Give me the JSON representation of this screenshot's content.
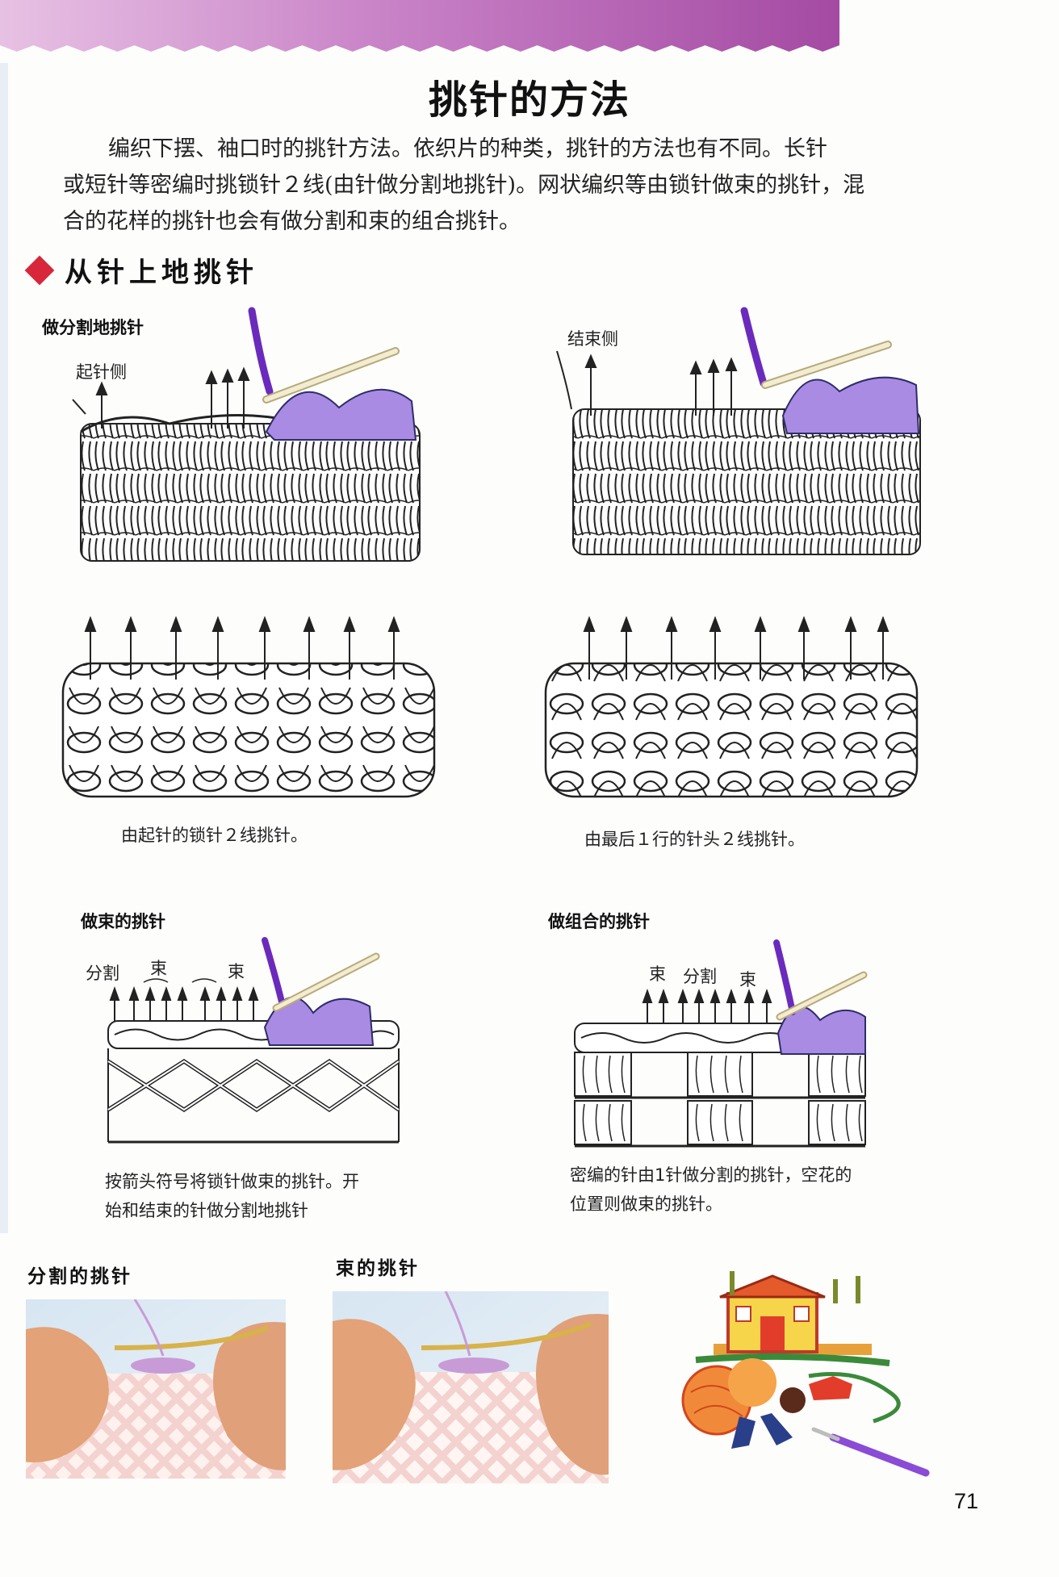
{
  "header": {
    "title": "挑针的方法"
  },
  "intro": {
    "line1": "编织下摆、袖口时的挑针方法。依织片的种类，挑针的方法也有不同。长针",
    "line2": "或短针等密编时挑锁针２线(由针做分割地挑针)。网状编织等由锁针做束的挑针，混",
    "line3": "合的花样的挑针也会有做分割和束的组合挑针。"
  },
  "section": {
    "title": "从针上地挑针"
  },
  "diagrams": {
    "split": {
      "title": "做分割地挑针",
      "start_side_label": "起针侧",
      "end_side_label": "结束侧",
      "caption_left": "由起针的锁针２线挑针。",
      "caption_right": "由最后１行的针头２线挑针。"
    },
    "bundle": {
      "title": "做束的挑针",
      "label_split": "分割",
      "label_bundle_1": "束",
      "label_bundle_2": "束",
      "caption_line1": "按箭头符号将锁针做束的挑针。开",
      "caption_line2": "始和结束的针做分割地挑针"
    },
    "combined": {
      "title": "做组合的挑针",
      "label_bundle_1": "束",
      "label_split": "分割",
      "label_bundle_2": "束",
      "caption_line1": "密编的针由1针做分割的挑针，空花的",
      "caption_line2": "位置则做束的挑针。"
    }
  },
  "photos": {
    "split_label": "分割的挑针",
    "bundle_label": "束的挑针"
  },
  "colors": {
    "accent_red": "#d8263b",
    "yarn_purple": "#9b6fd6",
    "banner_purple": "#a44aa3"
  },
  "page_number": "71"
}
